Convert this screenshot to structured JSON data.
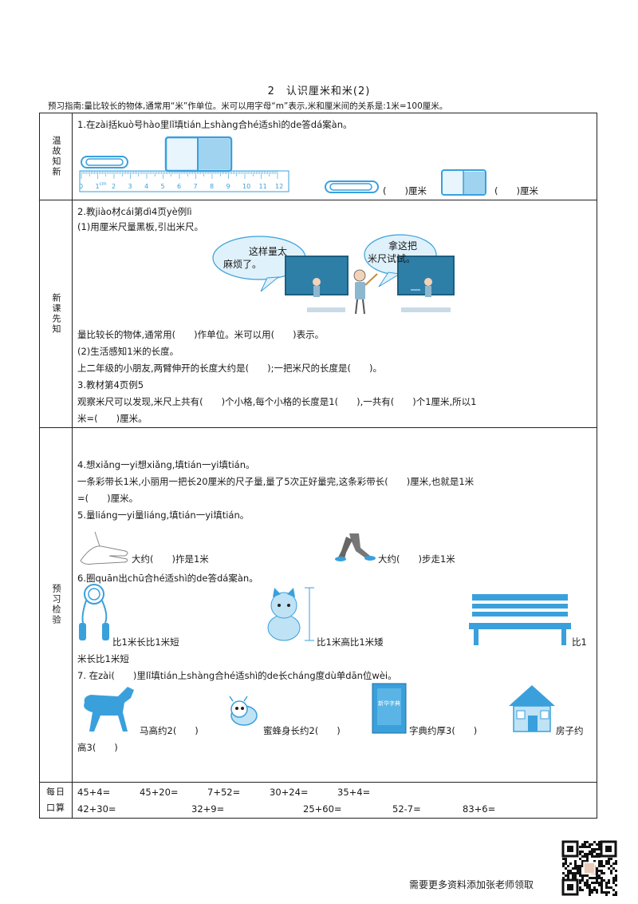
{
  "title": "2　认识厘米和米(2)",
  "guide": "预习指南:量比较长的物体,通常用“米”作单位。米可以用字母“m”表示,米和厘米间的关系是:1米=100厘米。",
  "sections": {
    "review": "温故知新",
    "preview": "新课先知",
    "check": "预习检验",
    "daily": [
      "每日",
      "口算"
    ]
  },
  "q1": {
    "text": "1.在zài括kuò号hào里lǐ填tián上shàng合hé适shì的de答dá案àn。",
    "ruler_ticks": [
      "0",
      "1",
      "2",
      "3",
      "4",
      "5",
      "6",
      "7",
      "8",
      "9",
      "10",
      "11",
      "12"
    ],
    "ruler_unit": "cm",
    "blank1": "(　　)厘米",
    "blank2": "(　　)厘米"
  },
  "q2": {
    "text": "2.教jiào材cái第dì4页yè例lì",
    "sub1": "(1)用厘米尺量黑板,引出米尺。",
    "bubble1": [
      "这样量太",
      "麻烦了。"
    ],
    "bubble2": [
      "拿这把",
      "米尺试试。"
    ],
    "line1": "量比较长的物体,通常用(　　)作单位。米可以用(　　)表示。",
    "sub2": "(2)生活感知1米的长度。",
    "line2": "上二年级的小朋友,两臂伸开的长度大约是(　　);一把米尺的长度是(　　)。"
  },
  "q3": {
    "text": "3.教材第4页例5",
    "line1": "观察米尺可以发现,米尺上共有(　　)个小格,每个小格的长度是1(　　),一共有(　　)个1厘米,所以1",
    "line2": "米=(　　)厘米。"
  },
  "q4": {
    "text": "4.想xiǎng一yi想xiǎng,填tián一yi填tián。",
    "line1": "一条彩带长1米,小丽用一把长20厘米的尺子量,量了5次正好量完,这条彩带长(　　)厘米,也就是1米",
    "line2": "=(　　)厘米。"
  },
  "q5": {
    "text": "5.量liáng一yi量liáng,填tián一yi填tián。",
    "item1": "大约(　　)拃是1米",
    "item2": "大约(　　)步走1米"
  },
  "q6": {
    "text": "6.圈quān出chū合hé适shì的de答dá案àn。",
    "item1": "比1米长比1米短",
    "item2": "比1米高比1米矮",
    "item3a": "比1",
    "item3b": "米长比1米短"
  },
  "q7": {
    "text": "7. 在zài(　　)里lǐ填tián上shàng合hé适shì的de长cháng度dù单dān位wèi。",
    "item1": "马高约2(　　)",
    "item2": "蜜蜂身长约2(　　)",
    "item3": "字典约厚3(　　)",
    "item4": "房子约",
    "item4b": "高3(　　)",
    "book_title": "新华字典"
  },
  "mental_math": {
    "row1": [
      "45+4=",
      "45+20=",
      "7+52=",
      "30+24=",
      "35+4="
    ],
    "row2": [
      "42+30=",
      "32+9=",
      "25+60=",
      "52-7=",
      "83+6="
    ]
  },
  "footer": "需要更多资料添加张老师领取",
  "colors": {
    "accent": "#3aa0dc",
    "light": "#bfe2f5",
    "line": "#222222"
  }
}
